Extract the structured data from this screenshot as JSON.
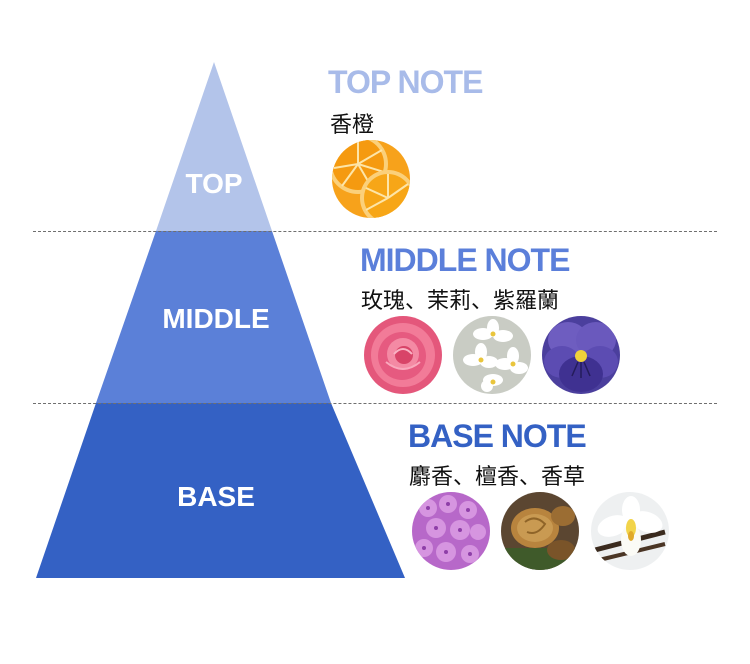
{
  "colors": {
    "top": "#b3c4ea",
    "middle": "#5b80d8",
    "base": "#3461c4",
    "top_title": "#a8bbe9",
    "middle_title": "#5b7fda",
    "base_title": "#3461c4"
  },
  "pyramid": {
    "tiers": [
      {
        "label": "TOP"
      },
      {
        "label": "MIDDLE"
      },
      {
        "label": "BASE"
      }
    ]
  },
  "notes": {
    "top": {
      "title": "TOP NOTE",
      "ingredients": "香橙",
      "images": [
        "orange-image"
      ]
    },
    "middle": {
      "title": "MIDDLE NOTE",
      "ingredients": "玫瑰、茉莉、紫羅蘭",
      "images": [
        "rose-image",
        "jasmine-image",
        "violet-image"
      ]
    },
    "base": {
      "title": "BASE NOTE",
      "ingredients": "麝香、檀香、香草",
      "images": [
        "lilac-musk-image",
        "sandalwood-image",
        "vanilla-orchid-image"
      ]
    }
  }
}
